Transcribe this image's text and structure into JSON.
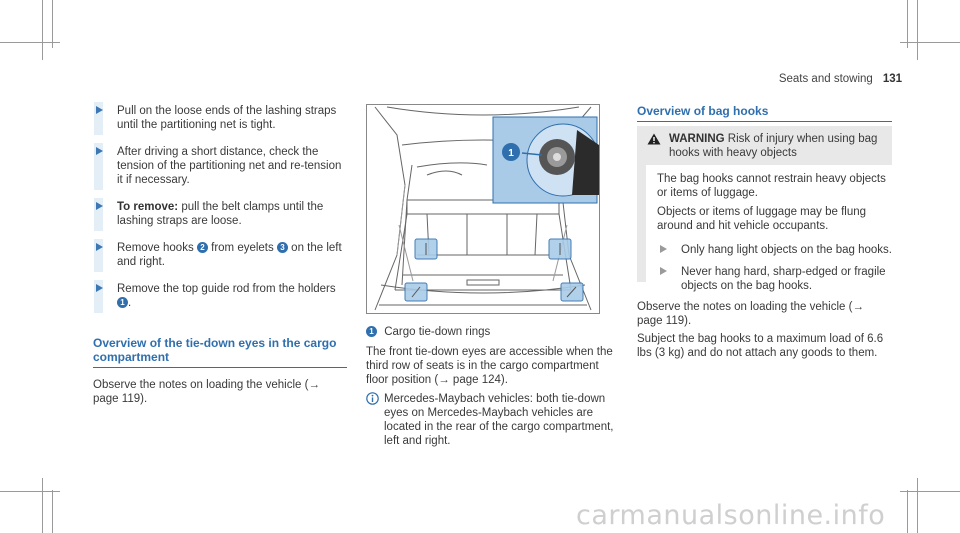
{
  "header": {
    "section": "Seats and stowing",
    "page": "131"
  },
  "left_column": {
    "steps": [
      {
        "text": "Pull on the loose ends of the lashing straps until the partitioning net is tight."
      },
      {
        "text": "After driving a short distance, check the tension of the partitioning net and re-tension it if necessary."
      },
      {
        "bold": "To remove:",
        "text": "pull the belt clamps until the lashing straps are loose."
      },
      {
        "pre": "Remove hooks",
        "n1": "2",
        "mid": "from eyelets",
        "n2": "3",
        "post": "on the left and right."
      },
      {
        "pre": "Remove the top guide rod from the holders",
        "n1": "1",
        "post": "."
      }
    ],
    "section_title": "Overview of the tie-down eyes in the cargo compartment",
    "observe": "Observe the notes on loading the vehicle (→ page 119)."
  },
  "middle_column": {
    "image_callout": "1",
    "legend_num": "1",
    "legend_text": "Cargo tie-down rings",
    "para": "The front tie-down eyes are accessible when the third row of seats is in the cargo compartment floor position (→ page 124).",
    "info_icon": "info-icon",
    "info_text": "Mercedes-Maybach vehicles: both tie-down eyes on Mercedes-Maybach vehicles are located in the rear of the cargo compartment, left and right."
  },
  "right_column": {
    "section_title": "Overview of bag hooks",
    "warning": {
      "label": "WARNING",
      "title": "Risk of injury when using bag hooks with heavy objects",
      "p1": "The bag hooks cannot restrain heavy objects or items of luggage.",
      "p2": "Objects or items of luggage may be flung around and hit vehicle occupants.",
      "steps": [
        "Only hang light objects on the bag hooks.",
        "Never hang hard, sharp-edged or fragile objects on the bag hooks."
      ]
    },
    "observe": "Observe the notes on loading the vehicle (→ page 119).",
    "subject": "Subject the bag hooks to a maximum load of 6.6 lbs (3 kg) and do not attach any goods to them."
  },
  "colors": {
    "accent": "#2f6fae",
    "step_bar": "#e4eef7",
    "warning_bg": "#e8e8e8",
    "highlight": "#a9cbe8"
  },
  "watermark": "carmanualsonline.info"
}
